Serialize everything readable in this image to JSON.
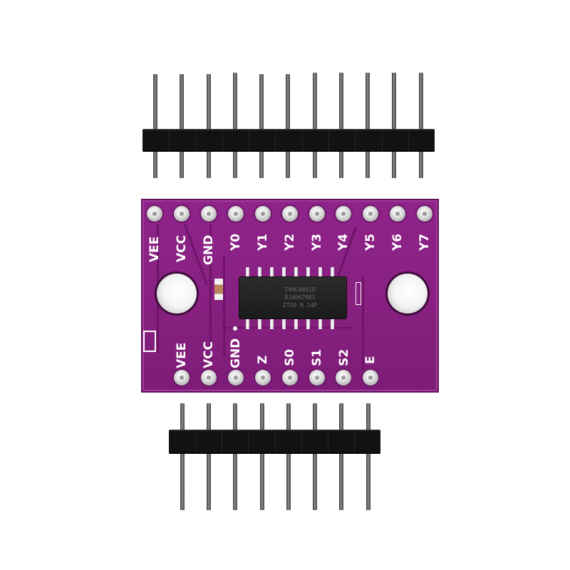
{
  "scene": {
    "subject": "74HC4051 8-channel analog multiplexer breakout board with two loose pin headers",
    "background_color": "#ffffff",
    "board_color": "#8b1f86",
    "header_color": "#121212",
    "pad_color": "#e0e0e0"
  },
  "top_header": {
    "pin_count": 11
  },
  "bottom_header": {
    "pin_count": 8
  },
  "board": {
    "top_row_labels": [
      "VEE",
      "VCC",
      "GND",
      "Y0",
      "Y1",
      "Y2",
      "Y3",
      "Y4",
      "Y5",
      "Y6",
      "Y7"
    ],
    "bottom_row_labels": [
      "VEE",
      "VCC",
      "GND",
      "Z",
      "S0",
      "S1",
      "S2",
      "E"
    ],
    "chip": {
      "lines": [
        "74HC4051D",
        "BJ4067001",
        "ZT10 N 14P"
      ],
      "package": "SOIC-16"
    },
    "mounting_holes": 2
  }
}
